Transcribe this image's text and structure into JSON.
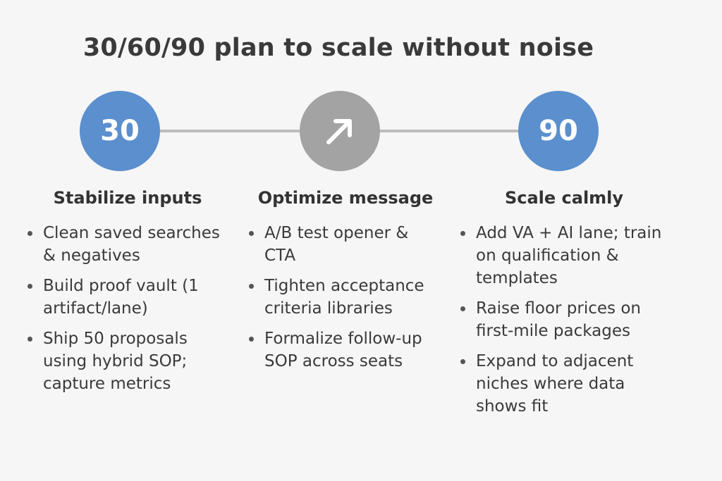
{
  "title": "30/60/90 plan to scale without noise",
  "colors": {
    "milestone_blue": "#5b8fce",
    "milestone_gray": "#a3a3a3",
    "connector": "#bdbdbd",
    "text": "#333333"
  },
  "milestones": [
    {
      "label": "30",
      "color": "#5b8fce"
    },
    {
      "icon": "arrow-up-right-icon",
      "color": "#a3a3a3"
    },
    {
      "label": "90",
      "color": "#5b8fce"
    }
  ],
  "columns": [
    {
      "title": "Stabilize inputs",
      "bullets": [
        "Clean saved searches & negatives",
        "Build proof vault (1 artifact/lane)",
        "Ship 50 proposals using hybrid SOP; capture metrics"
      ]
    },
    {
      "title": "Optimize message",
      "bullets": [
        "A/B test opener & CTA",
        "Tighten acceptance criteria libraries",
        "Formalize follow-up SOP across seats"
      ]
    },
    {
      "title": "Scale calmly",
      "bullets": [
        "Add VA + AI lane; train on qualification & templates",
        "Raise floor prices on first-mile packages",
        "Expand to adjacent niches where data shows fit"
      ]
    }
  ]
}
